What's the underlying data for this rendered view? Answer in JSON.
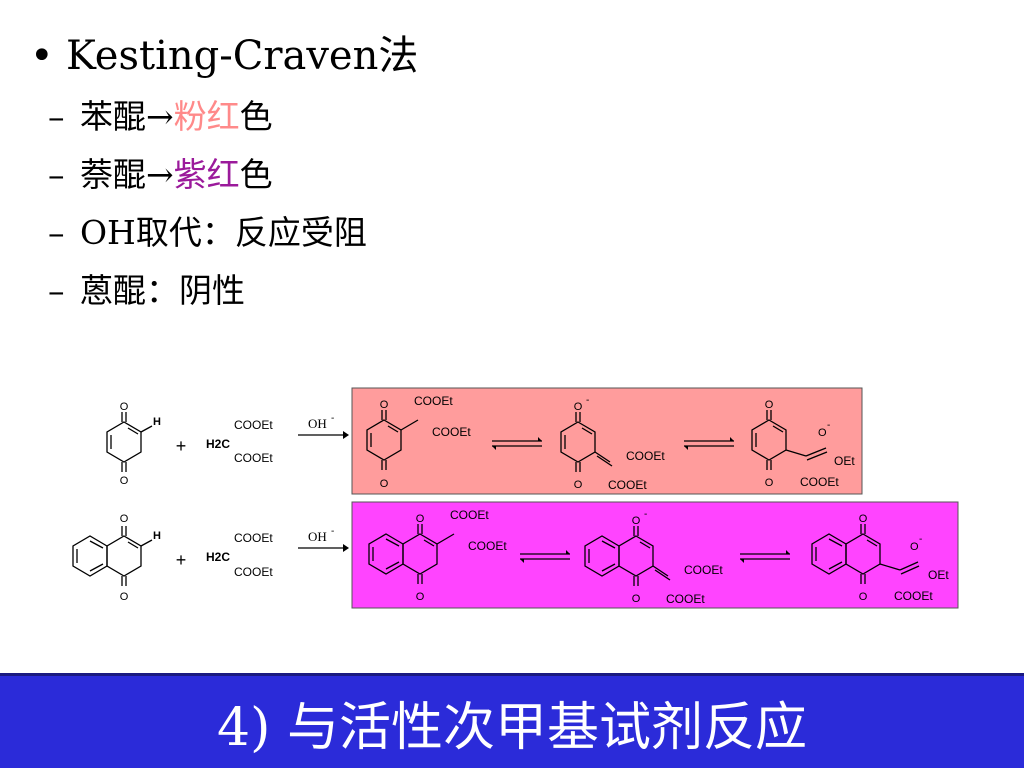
{
  "slide": {
    "bullet": {
      "marker": "•",
      "text": "Kesting-Craven法"
    },
    "sub_items": [
      {
        "marker": "–",
        "pre": "苯醌→",
        "highlight": "粉红",
        "post": "色"
      },
      {
        "marker": "–",
        "pre": "萘醌→",
        "highlight": "紫红",
        "post": "色"
      },
      {
        "marker": "–",
        "pre": "OH取代：反应受阻",
        "highlight": "",
        "post": ""
      },
      {
        "marker": "–",
        "pre": "蒽醌：阴性",
        "highlight": "",
        "post": ""
      }
    ],
    "footer_title": "4) 与活性次甲基试剂反应"
  },
  "colors": {
    "pink_text": "#ff8a8a",
    "magenta_text": "#9b1a9b",
    "pink_box": "#ff9c9c",
    "magenta_box": "#ff44ff",
    "footer_bg": "#2b2bd9"
  },
  "scheme": {
    "atom_O": "O",
    "atom_H": "H",
    "plus": "+",
    "reagent_top": "COOEt",
    "reagent_mid": "H2C",
    "reagent_bottom": "COOEt",
    "oh": "OH",
    "minus": "-",
    "cooet": "COOEt",
    "oet": "OEt"
  }
}
